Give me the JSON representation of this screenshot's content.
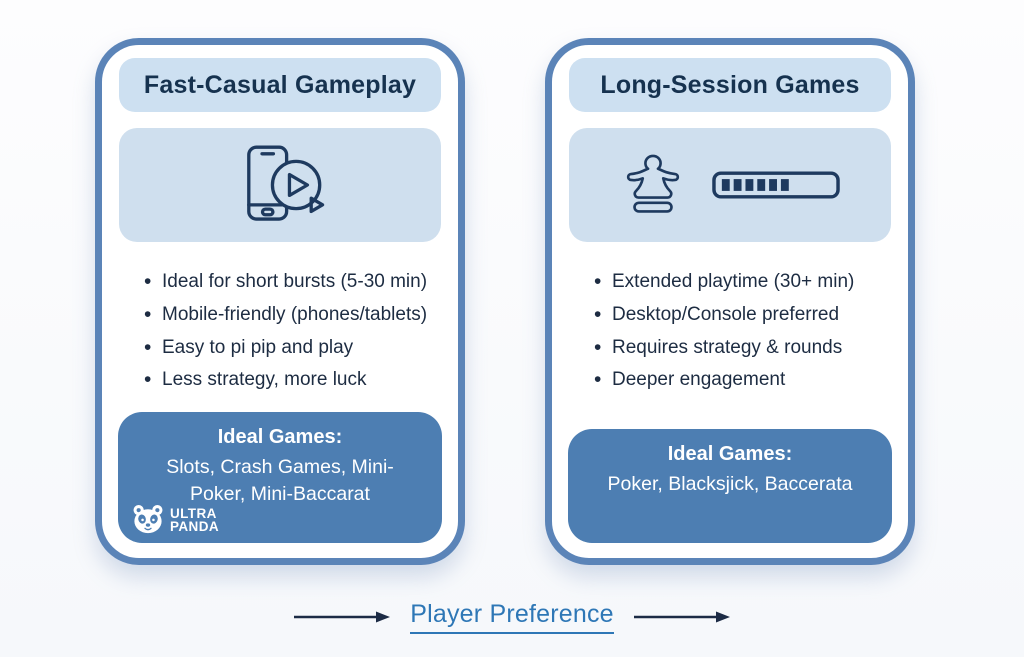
{
  "colors": {
    "card_border": "#5b84b8",
    "title_pill_bg": "#cde0f1",
    "icon_band_bg": "#cfdfee",
    "ideal_panel_bg": "#4d7eb2",
    "title_text": "#16324f",
    "body_text": "#1d2c42",
    "link_text": "#2e77b6",
    "arrow": "#1c2b45",
    "icon_stroke": "#1e3a5f"
  },
  "cards": [
    {
      "title": "Fast-Casual Gameplay",
      "icon": "phone-play-icon",
      "bullets": [
        "Ideal for short bursts (5-30 min)",
        "Mobile-friendly (phones/tablets)",
        "Easy to pi pip and play",
        "Less strategy, more luck"
      ],
      "ideal_heading": "Ideal Games:",
      "ideal_games": "Slots, Crash Games, Mini-Poker, Mini-Baccarat",
      "logo": {
        "line1": "ULTRA",
        "line2": "PANDA"
      }
    },
    {
      "title": "Long-Session Games",
      "icon": "meeple-progress-icon",
      "bullets": [
        "Extended playtime (30+ min)",
        "Desktop/Console preferred",
        "Requires strategy & rounds",
        "Deeper engagement"
      ],
      "ideal_heading": "Ideal Games:",
      "ideal_games": "Poker, Blacksjick, Baccerata"
    }
  ],
  "footer": {
    "label": "Player Preference"
  }
}
